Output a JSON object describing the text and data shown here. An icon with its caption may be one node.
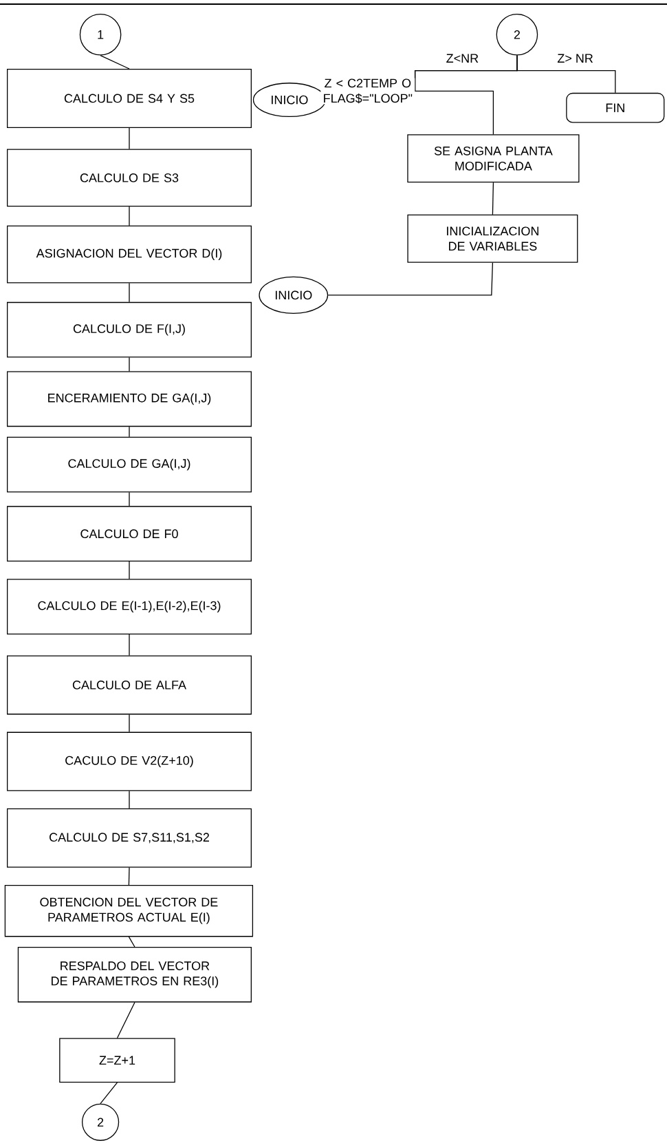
{
  "diagram": {
    "nodes": [
      {
        "text": [
          "1"
        ]
      },
      {
        "text": [
          "CALCULO DE S4 Y S5"
        ]
      },
      {
        "text": [
          "CALCULO DE S3"
        ]
      },
      {
        "text": [
          "ASIGNACION DEL VECTOR D(I)"
        ]
      },
      {
        "text": [
          "CALCULO DE F(I,J)"
        ]
      },
      {
        "text": [
          "ENCERAMIENTO DE GA(I,J)"
        ]
      },
      {
        "text": [
          "CALCULO DE GA(I,J)"
        ]
      },
      {
        "text": [
          "CALCULO DE F0"
        ]
      },
      {
        "text": [
          "CALCULO DE E(I-1),E(I-2),E(I-3)"
        ]
      },
      {
        "text": [
          "CALCULO DE ALFA"
        ]
      },
      {
        "text": [
          "CACULO DE V2(Z+10)"
        ]
      },
      {
        "text": [
          "CALCULO DE S7,S11,S1,S2"
        ]
      },
      {
        "text": [
          "OBTENCION DEL VECTOR DE PARAMETROS ACTUAL E(I)"
        ]
      },
      {
        "text": [
          "RESPALDO DEL VECTOR DE PARAMETROS EN RE3(I)"
        ]
      },
      {
        "text": [
          "Z=Z+1"
        ]
      },
      {
        "text": [
          "2"
        ]
      },
      {
        "text": [
          "2"
        ]
      },
      {
        "text": [
          "INICIO"
        ]
      },
      {
        "text": [
          "FIN"
        ]
      },
      {
        "text": [
          "SE ASIGNA PLANTA MODIFICADA"
        ]
      },
      {
        "text": [
          "INICIALIZACION DE VARIABLES"
        ]
      },
      {
        "text": [
          "INICIO"
        ]
      }
    ],
    "edges": [
      {
        "from": 0,
        "to": 1,
        "arrow": "none"
      },
      {
        "from": 1,
        "to": 2,
        "arrow": "none"
      },
      {
        "from": 2,
        "to": 3,
        "arrow": "none"
      },
      {
        "from": 3,
        "to": 4,
        "arrow": "none"
      },
      {
        "from": 4,
        "to": 5,
        "arrow": "none"
      },
      {
        "from": 5,
        "to": 6,
        "arrow": "none"
      },
      {
        "from": 6,
        "to": 7,
        "arrow": "none"
      },
      {
        "from": 7,
        "to": 8,
        "arrow": "none"
      },
      {
        "from": 8,
        "to": 9,
        "arrow": "none"
      },
      {
        "from": 9,
        "to": 10,
        "arrow": "none"
      },
      {
        "from": 10,
        "to": 11,
        "arrow": "none"
      },
      {
        "from": 11,
        "to": 12,
        "arrow": "none"
      },
      {
        "from": 12,
        "to": 13,
        "arrow": "none"
      },
      {
        "from": 13,
        "to": 14,
        "arrow": "none"
      },
      {
        "from": 14,
        "to": 15,
        "arrow": "none"
      },
      {
        "from": 16,
        "to": 17,
        "arrow": "none",
        "label": "Z < C2TEMP O FLAG$=\"LOOP\""
      },
      {
        "from": 16,
        "to": 19,
        "arrow": "none",
        "label": "Z<NR"
      },
      {
        "from": 16,
        "to": 18,
        "arrow": "none",
        "label": "Z> NR"
      },
      {
        "from": 19,
        "to": 20,
        "arrow": "none"
      },
      {
        "from": 20,
        "to": 21,
        "arrow": "none"
      }
    ]
  }
}
